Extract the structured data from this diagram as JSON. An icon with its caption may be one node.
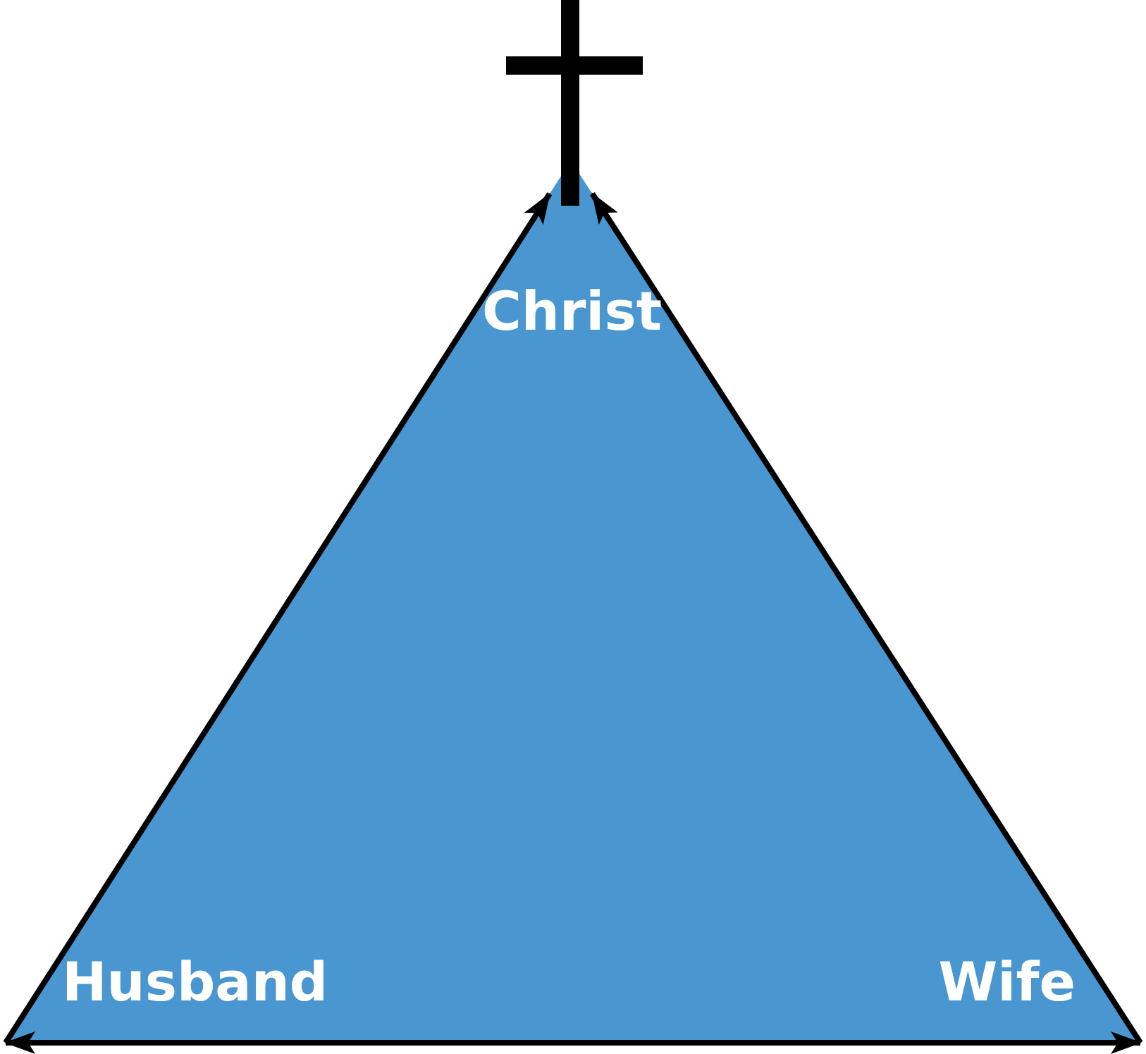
{
  "diagram": {
    "nodes": [
      {
        "text": [
          "Christ"
        ]
      },
      {
        "text": [
          "Husband"
        ]
      },
      {
        "text": [
          "Wife"
        ]
      }
    ],
    "edges": [
      {
        "from": 1,
        "to": 0,
        "arrow": "to"
      },
      {
        "from": 2,
        "to": 0,
        "arrow": "to"
      },
      {
        "from": 1,
        "to": 2,
        "arrow": "both"
      }
    ]
  }
}
